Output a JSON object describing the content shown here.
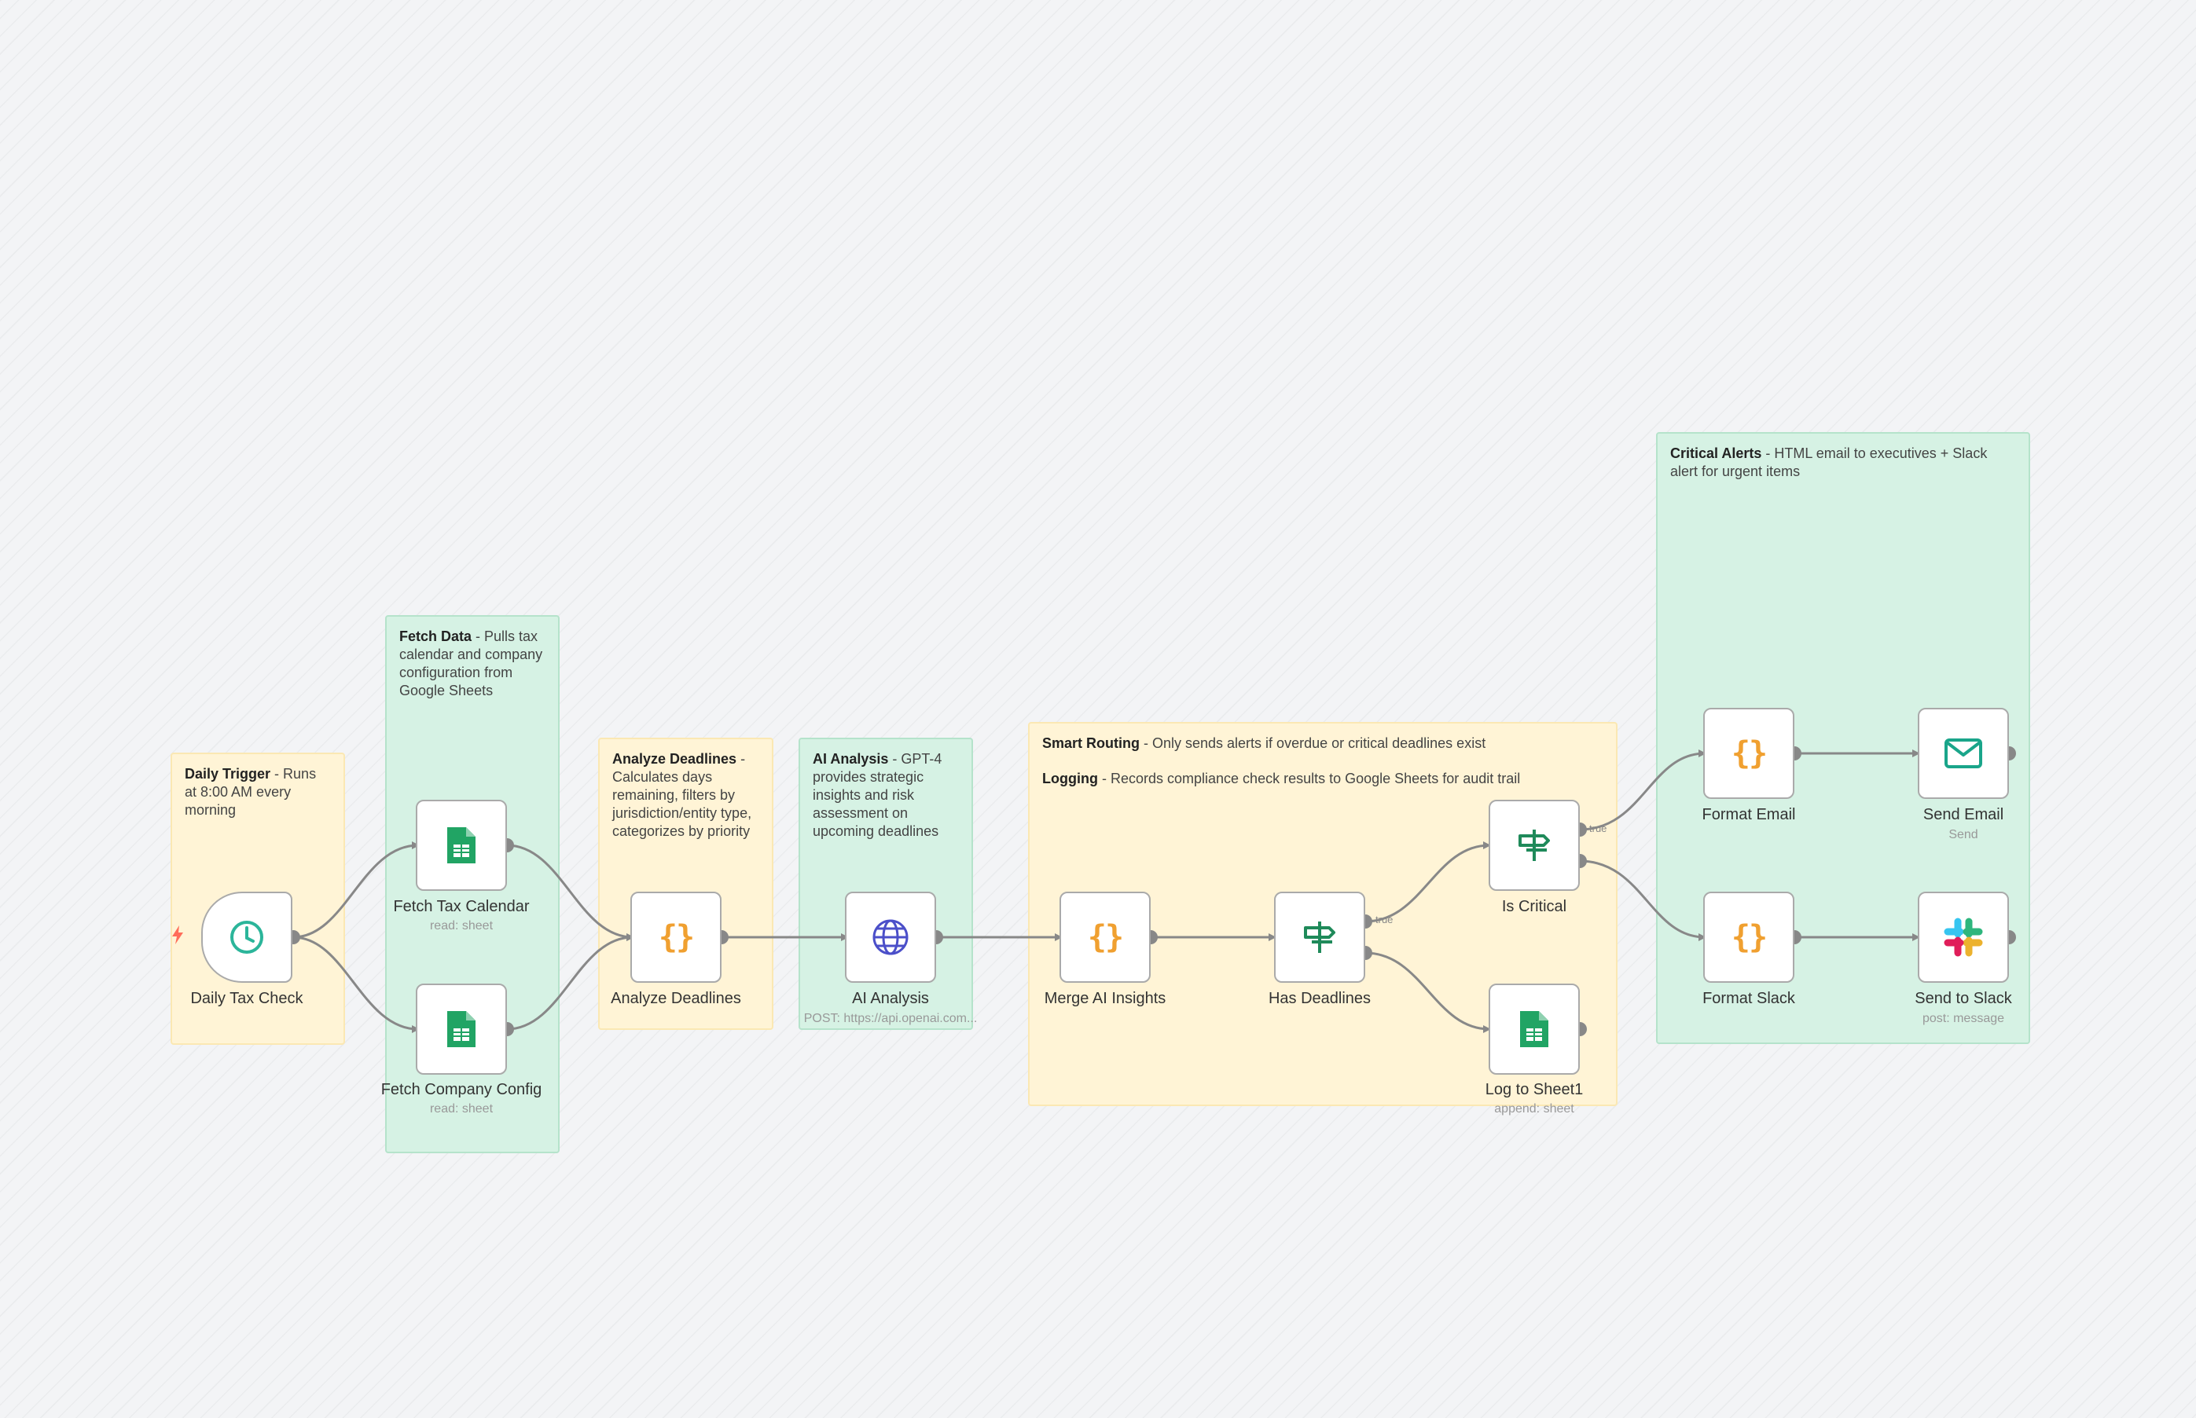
{
  "stickies": [
    {
      "id": "daily-trigger",
      "title": "Daily Trigger",
      "text": " - Runs at 8:00 AM every morning"
    },
    {
      "id": "fetch-data",
      "title": "Fetch Data",
      "text": " - Pulls tax calendar and company configuration from Google Sheets"
    },
    {
      "id": "analyze-deadlines",
      "title": "Analyze Deadlines",
      "text": " - Calculates days remaining, filters by jurisdiction/entity type, categorizes by priority"
    },
    {
      "id": "ai-analysis",
      "title": "AI Analysis",
      "text": " - GPT-4 provides strategic insights and risk assessment on upcoming deadlines"
    },
    {
      "id": "smart-routing",
      "title": "Smart Routing",
      "text": " - Only sends alerts if overdue or critical deadlines exist",
      "title2": "Logging",
      "text2": " - Records compliance check results to Google Sheets for audit trail"
    },
    {
      "id": "critical-alerts",
      "title": "Critical Alerts",
      "text": " - HTML email to executives + Slack alert for urgent items"
    }
  ],
  "nodes": {
    "daily_tax_check": {
      "label": "Daily Tax Check",
      "icon": "clock-icon"
    },
    "fetch_tax_calendar": {
      "label": "Fetch Tax Calendar",
      "sub": "read: sheet",
      "icon": "google-sheets-icon"
    },
    "fetch_company_config": {
      "label": "Fetch Company Config",
      "sub": "read: sheet",
      "icon": "google-sheets-icon"
    },
    "analyze_deadlines": {
      "label": "Analyze Deadlines",
      "icon": "code-braces-icon"
    },
    "ai_analysis": {
      "label": "AI Analysis",
      "sub": "POST: https://api.openai.com...",
      "icon": "globe-icon"
    },
    "merge_ai_insights": {
      "label": "Merge AI Insights",
      "icon": "code-braces-icon"
    },
    "has_deadlines": {
      "label": "Has Deadlines",
      "icon": "signpost-icon"
    },
    "is_critical": {
      "label": "Is Critical",
      "icon": "signpost-icon"
    },
    "log_to_sheet1": {
      "label": "Log to Sheet1",
      "sub": "append: sheet",
      "icon": "google-sheets-icon"
    },
    "format_email": {
      "label": "Format Email",
      "icon": "code-braces-icon"
    },
    "send_email": {
      "label": "Send Email",
      "sub": "Send",
      "icon": "envelope-icon"
    },
    "format_slack": {
      "label": "Format Slack",
      "icon": "code-braces-icon"
    },
    "send_to_slack": {
      "label": "Send to Slack",
      "sub": "post: message",
      "icon": "slack-icon"
    }
  },
  "port_labels": {
    "true": "true"
  },
  "braces": "{}",
  "colors": {
    "sticky_yellow": "#fff4d6",
    "sticky_green": "#d6f2e4",
    "sheets_green": "#21a464",
    "code_orange": "#f0a030",
    "trigger_teal": "#2bb59a",
    "http_blue": "#4b4fc9",
    "router_green": "#1f8a5a",
    "wire": "#888888"
  }
}
